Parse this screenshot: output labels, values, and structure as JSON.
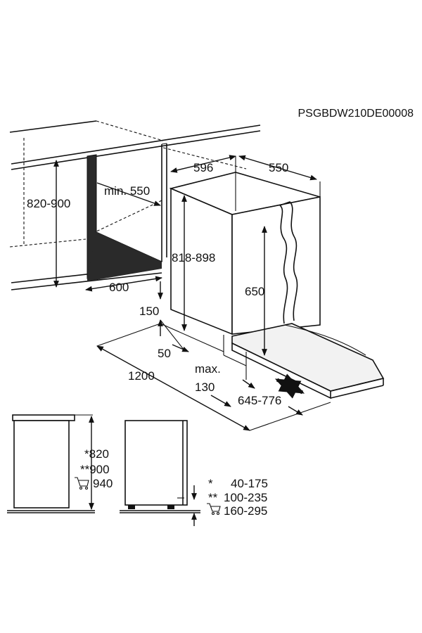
{
  "product_code": "PSGBDW210DE00008",
  "dims": {
    "niche_height": "820-900",
    "min_depth": "min. 550",
    "niche_width": "600",
    "width": "596",
    "depth": "550",
    "height": "818-898",
    "door_height": "650",
    "d150": "150",
    "d50": "50",
    "d1200": "1200",
    "max_label": "max.",
    "max_val": "130",
    "door_open": "645-776"
  },
  "bottom": {
    "h1": "*820",
    "h2": "**900",
    "h3": "940",
    "r1_mark": "*",
    "r1_val": "40-175",
    "r2_mark": "**",
    "r2_val": "100-235",
    "r3_val": "160-295"
  },
  "colors": {
    "line": "#111111",
    "niche_fill": "#2a2a2a"
  }
}
